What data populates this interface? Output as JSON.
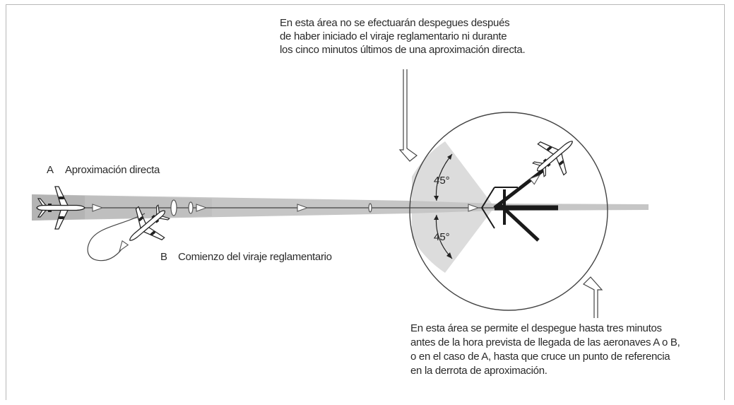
{
  "notes": {
    "top": {
      "lines": [
        "En esta área no se efectuarán despegues después",
        "de haber iniciado el viraje reglamentario ni durante",
        "los cinco minutos últimos de una aproximación directa."
      ]
    },
    "bottom": {
      "lines": [
        "En esta área se permite el despegue hasta tres minutos",
        "antes de la hora prevista de llegada de las aeronaves  A o B,",
        "o en el caso de A, hasta que cruce un punto de referencia",
        "en la derrota de aproximación."
      ]
    }
  },
  "labels": {
    "a_letter": "A",
    "a_text": "Aproximación directa",
    "b_letter": "B",
    "b_text": "Comienzo del viraje reglamentario",
    "angle_upper": "45°",
    "angle_lower": "45°"
  },
  "colors": {
    "approach_band": "#c8c8c8",
    "area_sector": "#dadada",
    "runway_dark": "#1a1a1a"
  }
}
